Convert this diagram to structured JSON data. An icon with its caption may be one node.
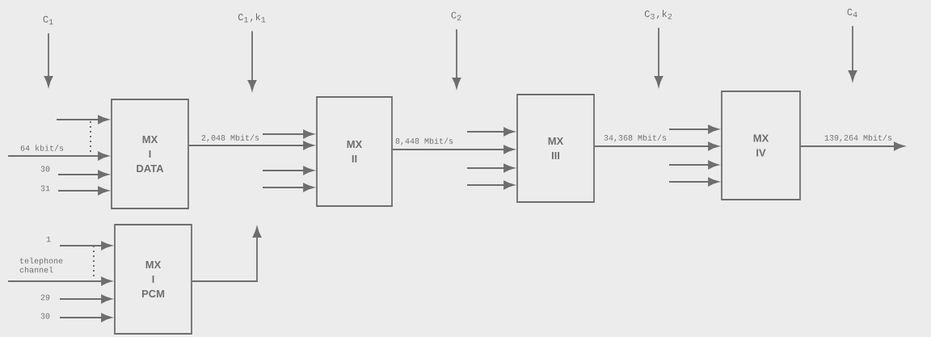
{
  "diagram": {
    "nodes": [
      {
        "text": [
          "MX",
          "I",
          "DATA"
        ]
      },
      {
        "text": [
          "MX",
          "I",
          "PCM"
        ]
      },
      {
        "text": [
          "MX",
          "II"
        ]
      },
      {
        "text": [
          "MX",
          "III"
        ]
      },
      {
        "text": [
          "MX",
          "IV"
        ]
      },
      {
        "text": [
          "C$_{1}$"
        ]
      },
      {
        "text": [
          "C$_{1}$,k$_{1}$"
        ]
      },
      {
        "text": [
          "C$_{2}$"
        ]
      },
      {
        "text": [
          "C$_{3}$,k$_{2}$"
        ]
      },
      {
        "text": [
          "C$_{4}$"
        ]
      }
    ],
    "edges": [
      {
        "from": 5,
        "to": null,
        "arrow": "to"
      },
      {
        "from": 6,
        "to": null,
        "arrow": "to"
      },
      {
        "from": 7,
        "to": null,
        "arrow": "to"
      },
      {
        "from": 8,
        "to": null,
        "arrow": "to"
      },
      {
        "from": 9,
        "to": null,
        "arrow": "to"
      },
      {
        "from": null,
        "to": 0,
        "arrow": "to"
      },
      {
        "from": null,
        "to": 0,
        "arrow": "to",
        "label": "64 kbit/s"
      },
      {
        "from": null,
        "to": 0,
        "arrow": "to",
        "label": "30"
      },
      {
        "from": null,
        "to": 0,
        "arrow": "to",
        "label": "31"
      },
      {
        "from": null,
        "to": 1,
        "arrow": "to",
        "label": "1"
      },
      {
        "from": null,
        "to": 1,
        "arrow": "to",
        "label": "telephone channel"
      },
      {
        "from": null,
        "to": 1,
        "arrow": "to",
        "label": "29"
      },
      {
        "from": null,
        "to": 1,
        "arrow": "to",
        "label": "30"
      },
      {
        "from": 0,
        "to": 2,
        "arrow": "to",
        "label": "2,048 Mbit/s"
      },
      {
        "from": 1,
        "to": null,
        "arrow": "to"
      },
      {
        "from": null,
        "to": 2,
        "arrow": "to"
      },
      {
        "from": null,
        "to": 2,
        "arrow": "to"
      },
      {
        "from": null,
        "to": 2,
        "arrow": "to"
      },
      {
        "from": 2,
        "to": 3,
        "arrow": "to",
        "label": "8,448 Mbit/s"
      },
      {
        "from": null,
        "to": 3,
        "arrow": "to"
      },
      {
        "from": null,
        "to": 3,
        "arrow": "to"
      },
      {
        "from": null,
        "to": 3,
        "arrow": "to"
      },
      {
        "from": 3,
        "to": 4,
        "arrow": "to",
        "label": "34,368 Mbit/s"
      },
      {
        "from": null,
        "to": 4,
        "arrow": "to"
      },
      {
        "from": null,
        "to": 4,
        "arrow": "to"
      },
      {
        "from": null,
        "to": 4,
        "arrow": "to"
      },
      {
        "from": 4,
        "to": null,
        "arrow": "to",
        "label": "139,264 Mbit/s"
      }
    ]
  }
}
